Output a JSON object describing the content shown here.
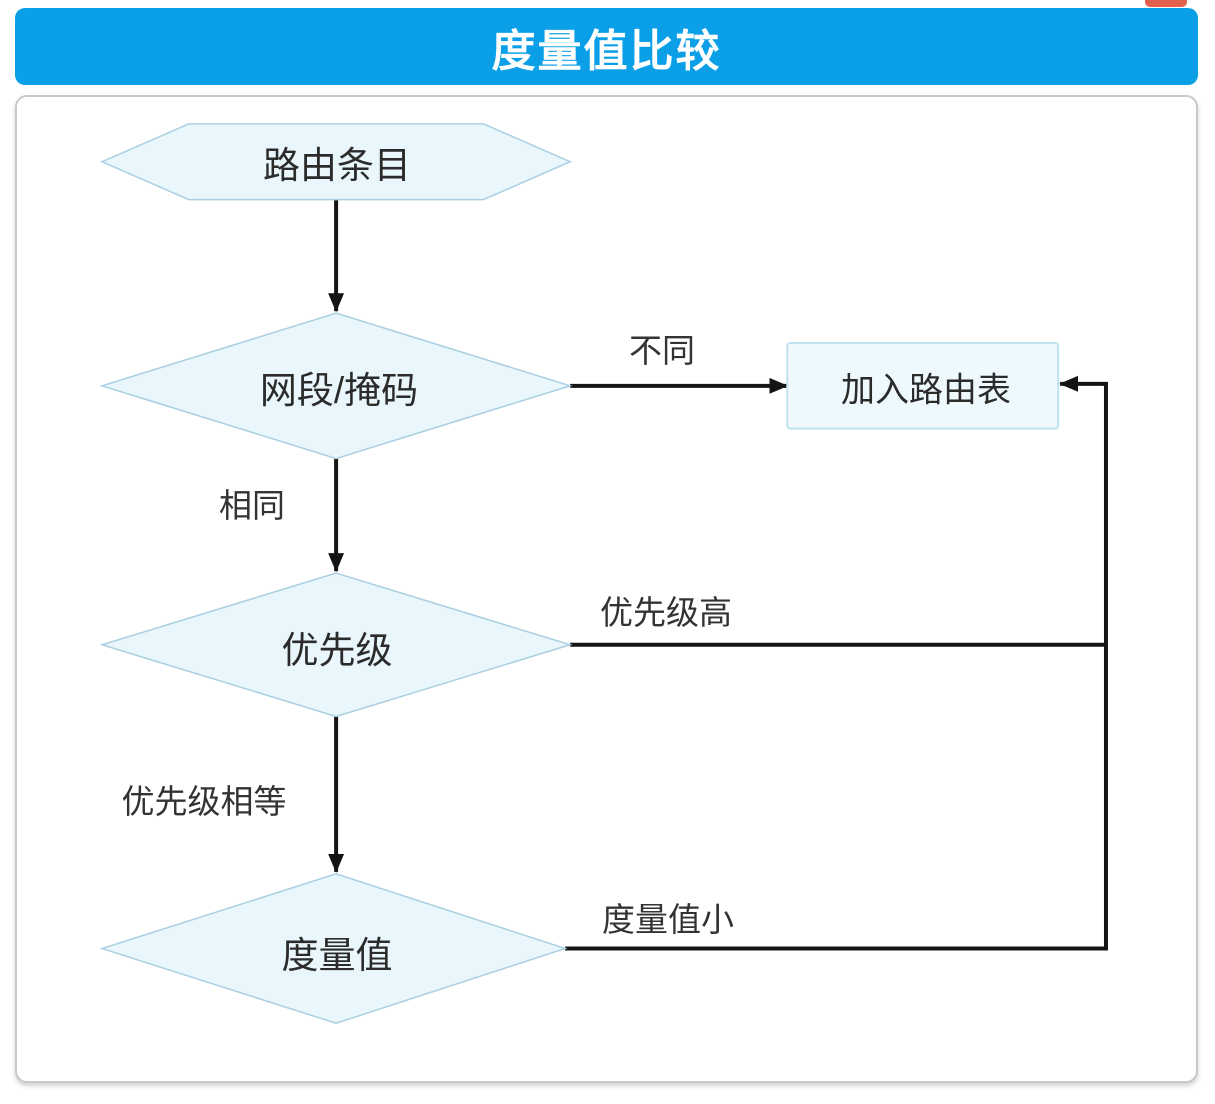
{
  "app": {
    "title_bar": {
      "title": "度量值比较",
      "background_color": "#0a9fe6",
      "text_color": "#ffffff"
    },
    "top_right_fragment_color": "#e3604d"
  },
  "flowchart": {
    "nodes": [
      {
        "id": "route-entry",
        "shape": "hexagon",
        "label": "路由条目"
      },
      {
        "id": "net-segment-mask",
        "shape": "diamond",
        "label": "网段/掩码"
      },
      {
        "id": "priority",
        "shape": "diamond",
        "label": "优先级"
      },
      {
        "id": "metric",
        "shape": "diamond",
        "label": "度量值"
      },
      {
        "id": "add-routing-table",
        "shape": "rectangle",
        "label": "加入路由表"
      }
    ],
    "edges": [
      {
        "from": "route-entry",
        "to": "net-segment-mask",
        "label": ""
      },
      {
        "from": "net-segment-mask",
        "to": "add-routing-table",
        "label": "不同"
      },
      {
        "from": "net-segment-mask",
        "to": "priority",
        "label": "相同"
      },
      {
        "from": "priority",
        "to": "add-routing-table",
        "label": "优先级高"
      },
      {
        "from": "priority",
        "to": "metric",
        "label": "优先级相等"
      },
      {
        "from": "metric",
        "to": "add-routing-table",
        "label": "度量值小"
      }
    ],
    "colors": {
      "shape_fill": "#e9f6fb",
      "shape_border": "#aacfe0",
      "rect_fill": "#eef9fd",
      "rect_border": "#bfe2ee",
      "connector": "#141414",
      "node_text": "#2b2b2b",
      "edge_label_text": "#333333"
    }
  }
}
